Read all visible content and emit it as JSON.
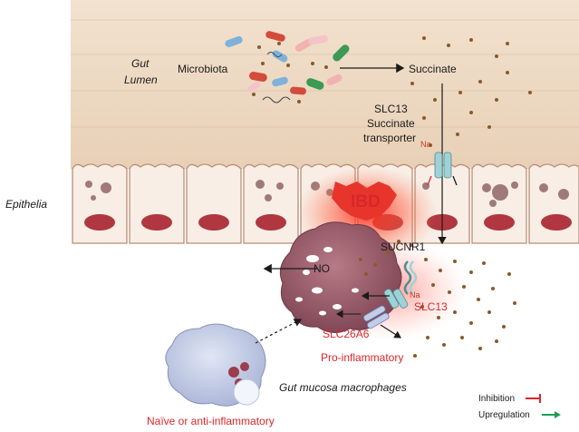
{
  "labels": {
    "gut_lumen_1": "Gut",
    "gut_lumen_2": "Lumen",
    "microbiota": "Microbiota",
    "succinate": "Succinate",
    "slc13_transporter_1": "SLC13",
    "slc13_transporter_2": "Succinate",
    "slc13_transporter_3": "transporter",
    "na_top": "Na",
    "epithelia": "Epithelia",
    "ibd": "IBD",
    "sucnr1": "SUCNR1",
    "no": "NO",
    "na_mid": "Na",
    "slc13_mid": "SLC13",
    "slc26a6": "SLC26A6",
    "pro_inflammatory": "Pro-inflammatory",
    "gut_mucosa_macrophages": "Gut mucosa macrophages",
    "naive": "Naïve or anti-inflammatory"
  },
  "legend": {
    "inhibition": "Inhibition",
    "upregulation": "Upregulation"
  },
  "colors": {
    "lumen": "#efdcc6",
    "cell_fill": "#f8eee6",
    "nucleus": "#b0363f",
    "macrophage": "#8f5563",
    "naive_cell": "#c7cfe6",
    "succinate_dot": "#8a5a2b",
    "inflammation": "#ff3b2f",
    "inhibition": "#d8262b",
    "upregulation": "#1e9e54",
    "transporter": "#9fd1d6"
  }
}
